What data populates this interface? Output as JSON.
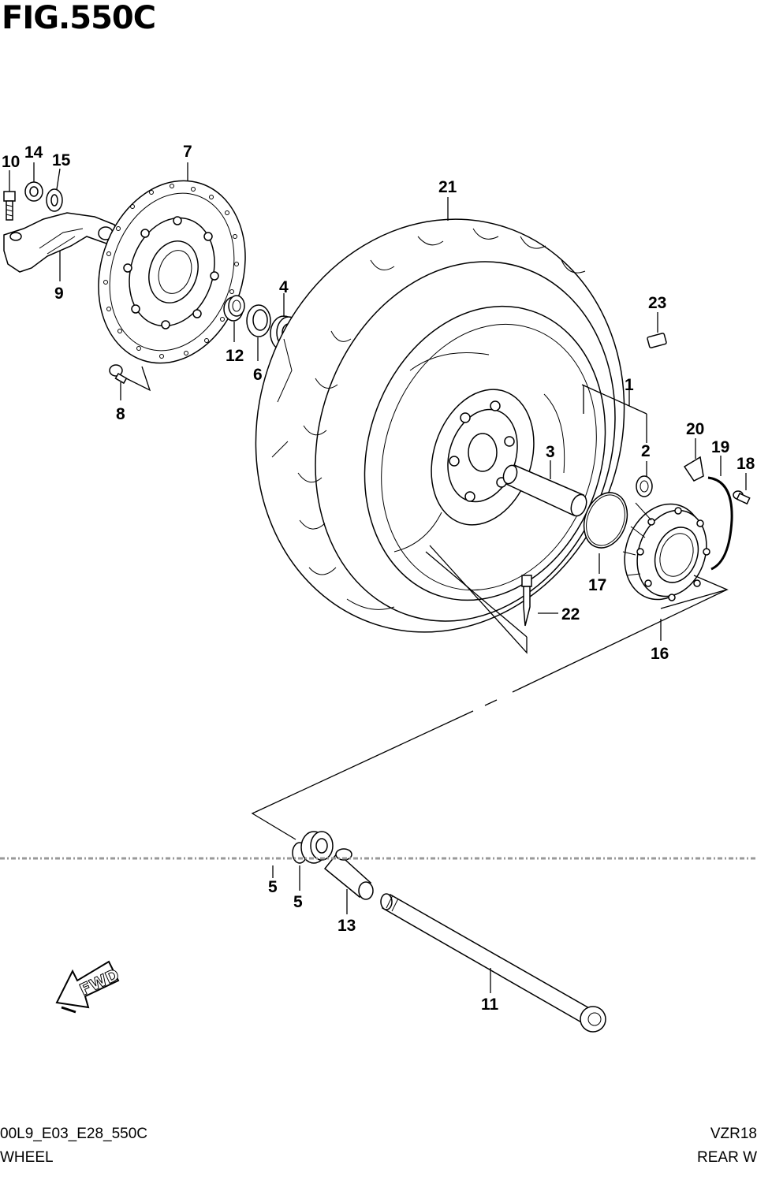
{
  "figure": {
    "title": "FIG.550C"
  },
  "callouts": [
    {
      "id": "c10",
      "label": "10"
    },
    {
      "id": "c14",
      "label": "14"
    },
    {
      "id": "c15",
      "label": "15"
    },
    {
      "id": "c7",
      "label": "7"
    },
    {
      "id": "c9",
      "label": "9"
    },
    {
      "id": "c8",
      "label": "8"
    },
    {
      "id": "c12",
      "label": "12"
    },
    {
      "id": "c6",
      "label": "6"
    },
    {
      "id": "c4",
      "label": "4"
    },
    {
      "id": "c21",
      "label": "21"
    },
    {
      "id": "c23",
      "label": "23"
    },
    {
      "id": "c1",
      "label": "1"
    },
    {
      "id": "c2",
      "label": "2"
    },
    {
      "id": "c3",
      "label": "3"
    },
    {
      "id": "c20",
      "label": "20"
    },
    {
      "id": "c19",
      "label": "19"
    },
    {
      "id": "c18",
      "label": "18"
    },
    {
      "id": "c17",
      "label": "17"
    },
    {
      "id": "c22",
      "label": "22"
    },
    {
      "id": "c16",
      "label": "16"
    },
    {
      "id": "c5a",
      "label": "5"
    },
    {
      "id": "c5b",
      "label": "5"
    },
    {
      "id": "c13",
      "label": "13"
    },
    {
      "id": "c11",
      "label": "11"
    }
  ],
  "direction_arrow": {
    "label": "FWD",
    "icon": "forward-arrow-icon"
  },
  "footer": {
    "code": "00L9_E03_E28_550C",
    "name": "WHEEL",
    "model": "VZR18",
    "section": "REAR W"
  }
}
